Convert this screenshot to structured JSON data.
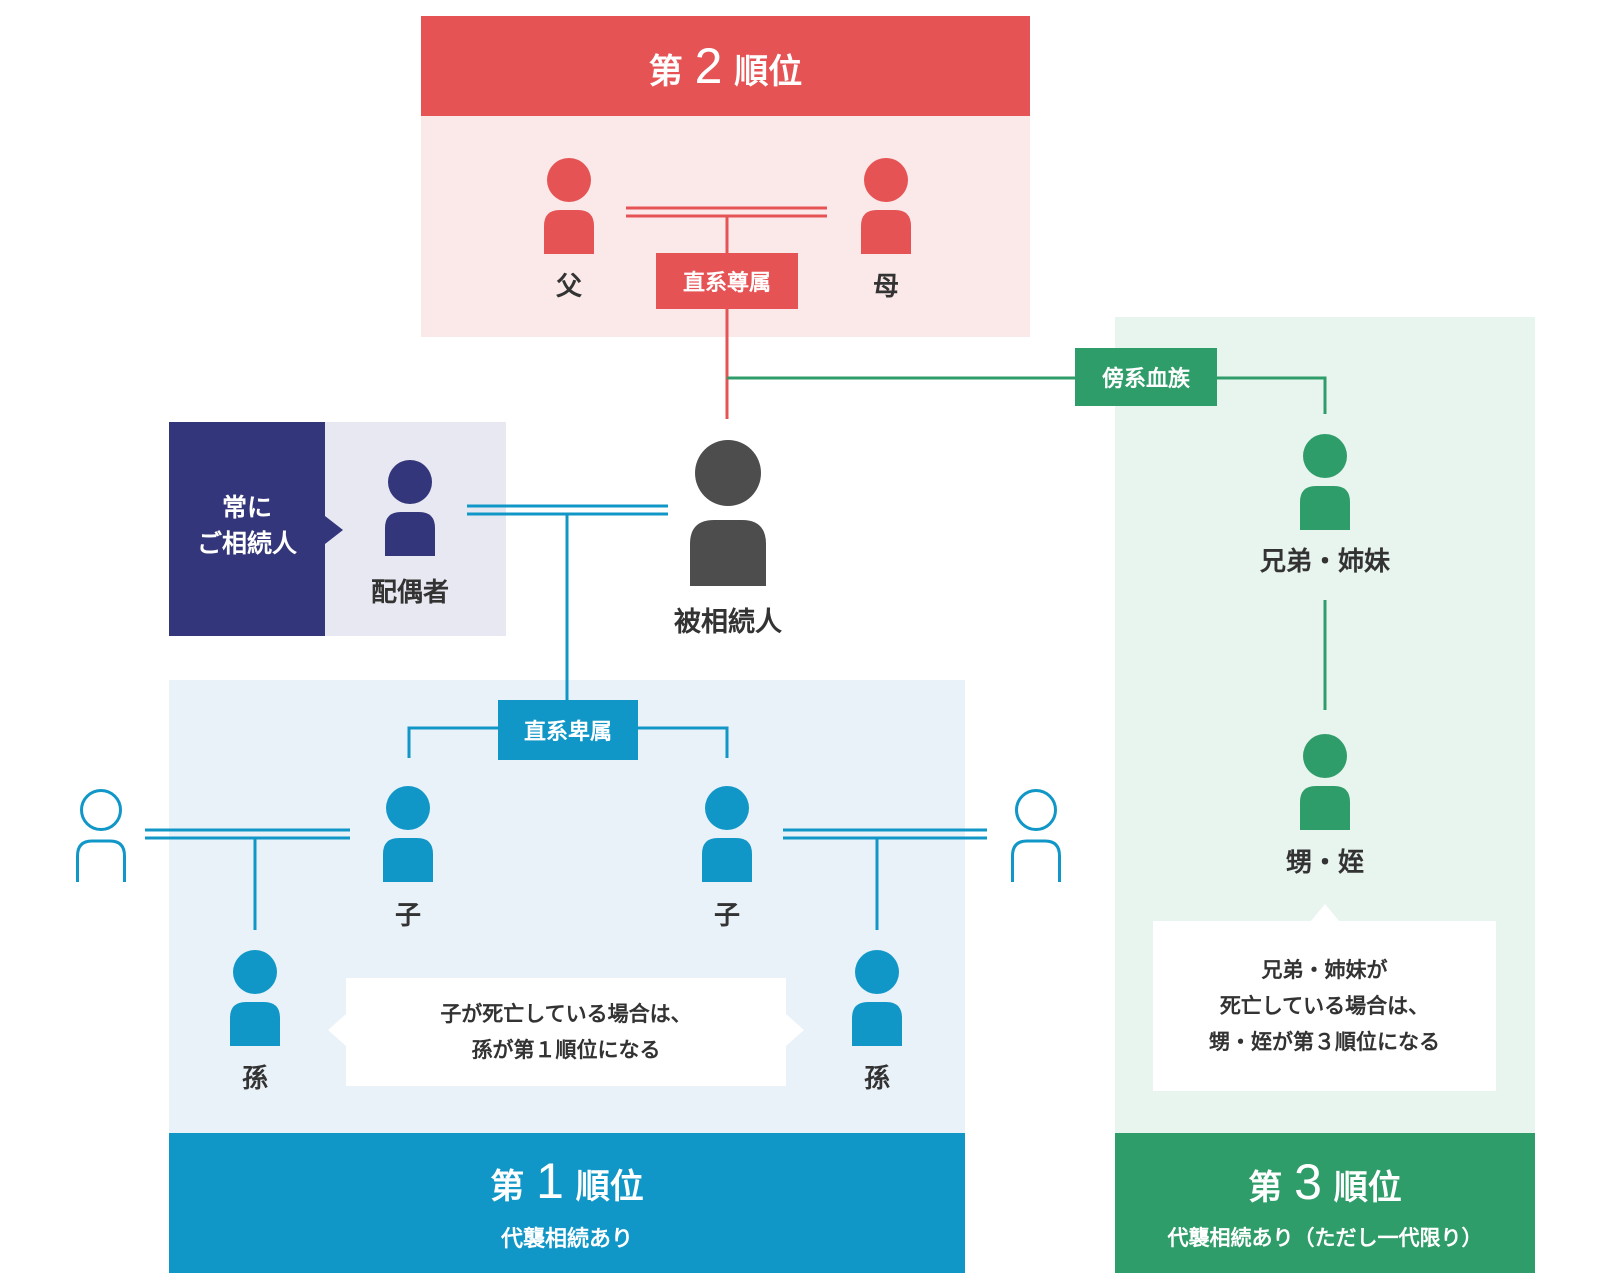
{
  "rank2": {
    "prefix": "第",
    "number": "2",
    "suffix": "順位",
    "lineal_ascendant_tag": "直系尊属",
    "father": "父",
    "mother": "母",
    "color": "#e65355",
    "bg": "#fbe9e9"
  },
  "spouse": {
    "always_heir_line1": "常に",
    "always_heir_line2": "ご相続人",
    "label": "配偶者",
    "dark": "#33367a",
    "bg": "#e8e8f2"
  },
  "deceased": {
    "label": "被相続人",
    "color": "#4d4d4d"
  },
  "rank1": {
    "lineal_descendant_tag": "直系卑属",
    "child_left": "子",
    "child_right": "子",
    "grandchild_left": "孫",
    "grandchild_right": "孫",
    "note_line1": "子が死亡している場合は、",
    "note_line2": "孫が第１順位になる",
    "prefix": "第",
    "number": "1",
    "suffix": "順位",
    "sub": "代襲相続あり",
    "color": "#1197c7",
    "bg": "#eaf2f9"
  },
  "rank3": {
    "collateral_tag": "傍系血族",
    "siblings": "兄弟・姉妹",
    "nephews": "甥・姪",
    "note_line1": "兄弟・姉妹が",
    "note_line2": "死亡している場合は、",
    "note_line3": "甥・姪が第３順位になる",
    "prefix": "第",
    "number": "3",
    "suffix": "順位",
    "sub": "代襲相続あり（ただし一代限り）",
    "color": "#2f9d69",
    "bg": "#e8f4ee"
  }
}
